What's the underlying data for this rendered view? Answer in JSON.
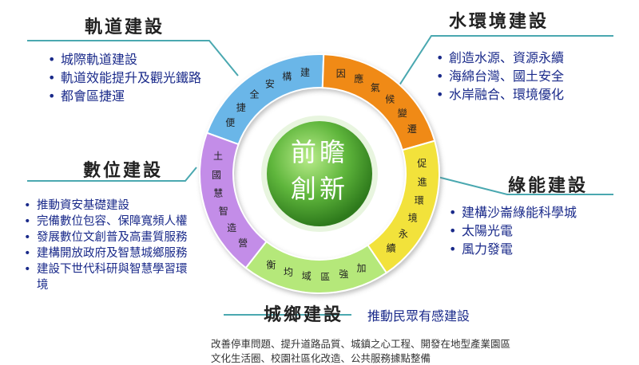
{
  "center": {
    "line1": "前瞻",
    "line2": "創新"
  },
  "ring": {
    "rail_segment": [
      "便",
      "捷",
      "全",
      "安",
      "構",
      "建"
    ],
    "water_segment": [
      "因",
      "應",
      "氣",
      "候",
      "變",
      "遷"
    ],
    "green_segment": [
      "促",
      "進",
      "環",
      "境",
      "永",
      "續"
    ],
    "urban_segment": [
      "加",
      "強",
      "區",
      "域",
      "均",
      "衡"
    ],
    "digital_segment": [
      "營",
      "造",
      "智",
      "慧",
      "國",
      "土"
    ]
  },
  "rail": {
    "title": "軌道建設",
    "items": [
      "城際軌道建設",
      "軌道效能提升及觀光鐵路",
      "都會區捷運"
    ]
  },
  "water": {
    "title": "水環境建設",
    "items": [
      "創造水源、資源永續",
      "海綿台灣、國土安全",
      "水岸融合、環境優化"
    ]
  },
  "digital": {
    "title": "數位建設",
    "items": [
      "推動資安基礎建設",
      "完備數位包容、保障寬頻人權",
      "發展數位文創普及高畫質服務",
      "建構開放政府及智慧城鄉服務",
      "建設下世代科研與智慧學習環境"
    ]
  },
  "green": {
    "title": "綠能建設",
    "items": [
      "建構沙崙綠能科學城",
      "太陽光電",
      "風力發電"
    ]
  },
  "urban": {
    "title": "城鄉建設",
    "subtitle": "推動民眾有感建設",
    "items": [
      "改善停車問題、提升道路品質、城鎮之心工程、開發在地型產業園區",
      "文化生活圈、校園社區化改造、公共服務據點整備"
    ]
  },
  "colors": {
    "rail": "#6bb6e8",
    "water": "#f08a14",
    "green": "#f2e23a",
    "urban": "#b5e87a",
    "digital": "#c38de8",
    "center": "#3f9a2c",
    "connector": "#4aa8b0"
  }
}
